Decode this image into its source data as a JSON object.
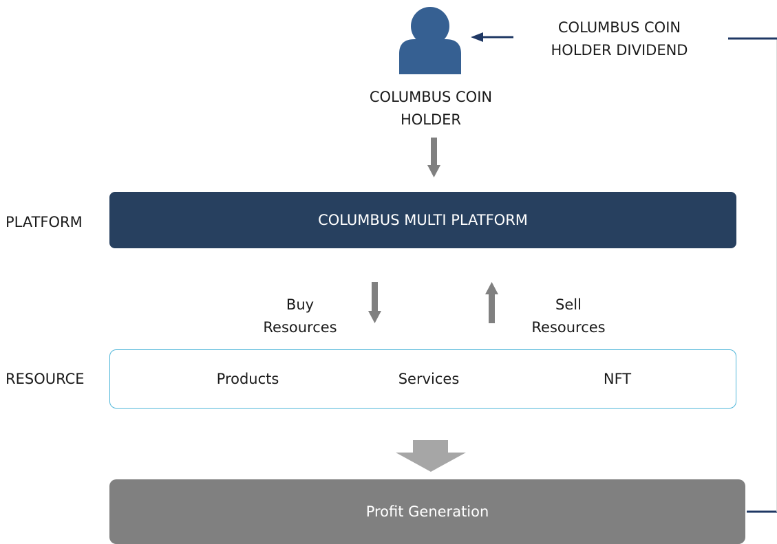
{
  "holder": {
    "label_line1": "COLUMBUS COIN",
    "label_line2": "HOLDER"
  },
  "dividend": {
    "label_line1": "COLUMBUS COIN",
    "label_line2": "HOLDER DIVIDEND"
  },
  "rows": {
    "platform_label": "PLATFORM",
    "resource_label": "RESOURCE"
  },
  "platform": {
    "title": "COLUMBUS MULTI PLATFORM"
  },
  "flows": {
    "buy_line1": "Buy",
    "buy_line2": "Resources",
    "sell_line1": "Sell",
    "sell_line2": "Resources"
  },
  "resources": {
    "items": [
      "Products",
      "Services",
      "NFT"
    ]
  },
  "profit": {
    "title": "Profit Generation"
  },
  "colors": {
    "person": "#366092",
    "platform": "#27405f",
    "resource_border": "#4fb6d9",
    "profit": "#808080",
    "arrow_gray": "#808080",
    "block_arrow": "#a6a6a6",
    "dividend_line": "#1f3864"
  },
  "icons": {
    "holder": "person-icon"
  }
}
